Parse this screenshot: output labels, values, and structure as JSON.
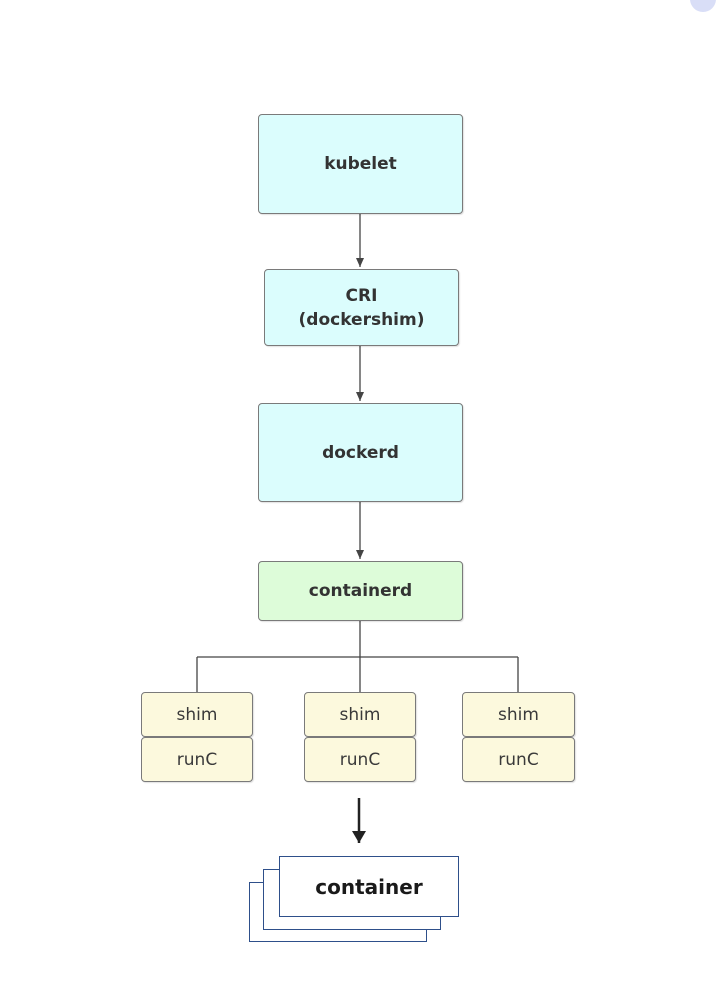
{
  "nodes": {
    "kubelet": "kubelet",
    "cri_line1": "CRI",
    "cri_line2": "(dockershim)",
    "dockerd": "dockerd",
    "containerd": "containerd",
    "groups": [
      {
        "shim": "shim",
        "runc": "runC"
      },
      {
        "shim": "shim",
        "runc": "runC"
      },
      {
        "shim": "shim",
        "runc": "runC"
      }
    ],
    "container": "container"
  },
  "colors": {
    "cyan_fill": "#dbfdfd",
    "green_fill": "#ddfcd9",
    "beige_fill": "#fcf9dd",
    "border": "#7a7a7a",
    "container_border": "#2e4f8a",
    "connector": "#444444"
  }
}
